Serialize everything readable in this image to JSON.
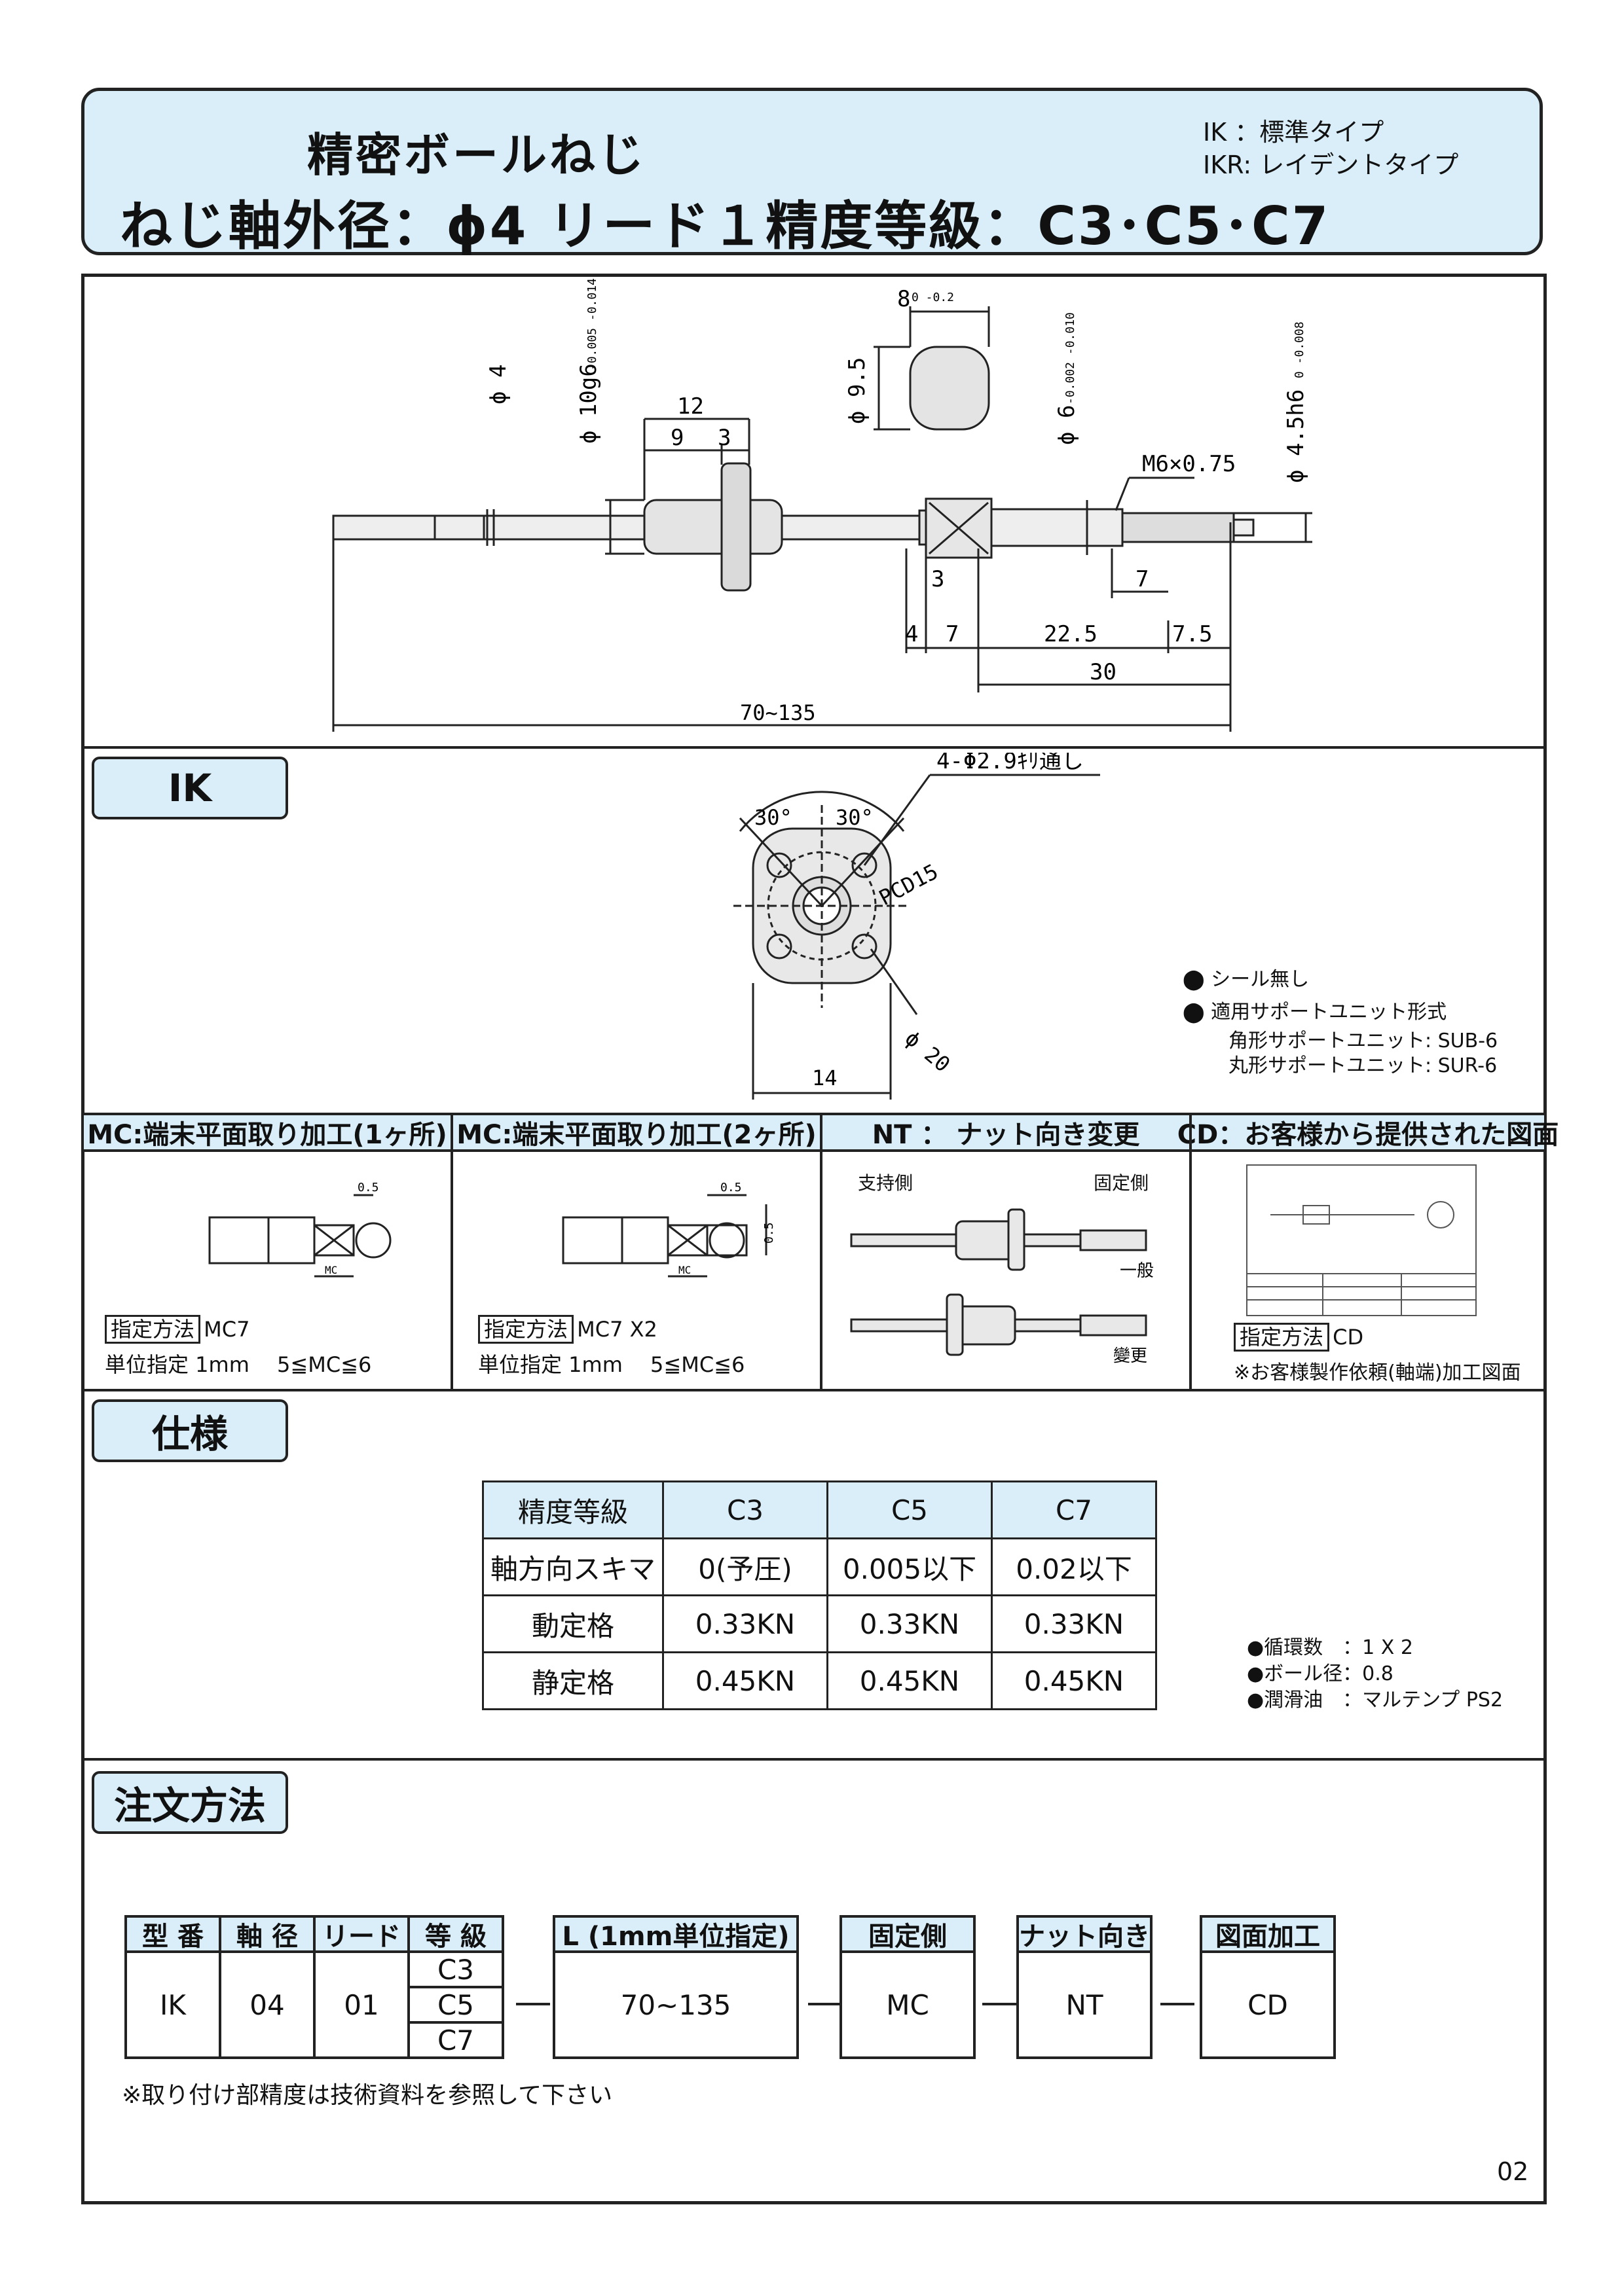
{
  "header": {
    "title": "精密ボールねじ",
    "subtitle": "ねじ軸外径：ϕ4 リード１精度等級：C3･C5･C7",
    "types": [
      "IK ：標準タイプ",
      "IKR: レイデントタイプ"
    ]
  },
  "drawing": {
    "dims": {
      "d4": "ϕ 4",
      "d10": "ϕ 10g6",
      "d10_tol": "-0.005 -0.014",
      "w12": "12",
      "w9": "9",
      "w3a": "3",
      "d9_5": "ϕ 9.5",
      "w8": "8",
      "w8_tol": "0 -0.2",
      "d6": "ϕ 6",
      "d6_tol": "-0.002 -0.010",
      "m6": "M6×0.75",
      "d4_5": "ϕ 4.5h6",
      "d4_5_tol": "0 -0.008",
      "w3b": "3",
      "w7a": "7",
      "w4": "4",
      "w7b": "7",
      "w22_5": "22.5",
      "w7_5": "7.5",
      "w30": "30",
      "wlen": "70~135"
    }
  },
  "ik": {
    "label": "IK",
    "holes": "4-Φ2.9ｷﾘ通し",
    "angle1": "30°",
    "angle2": "30°",
    "pcd": "PCD15",
    "phi20": "ϕ 20",
    "w14": "14",
    "notes": [
      "シール無し",
      "適用サポートユニット形式"
    ],
    "support": [
      "角形サポートユニット: SUB-6",
      "丸形サポートユニット: SUR-6"
    ]
  },
  "options": [
    {
      "head": "MC:端末平面取り加工(1ヶ所)",
      "tag": "指定方法",
      "code": "MC7",
      "note": "単位指定 1mm　 5≦MC≦6",
      "d05": "0.5",
      "mc": "MC"
    },
    {
      "head": "MC:端末平面取り加工(2ヶ所)",
      "tag": "指定方法",
      "code": "MC7 X2",
      "note": "単位指定 1mm　 5≦MC≦6",
      "d05a": "0.5",
      "d05b": "0.5",
      "mc": "MC"
    },
    {
      "head": "NT ： ナット向き変更",
      "left": "支持側",
      "right": "固定側",
      "normal": "一般",
      "changed": "變更"
    },
    {
      "head": "CD：お客様から提供された図面",
      "tag": "指定方法",
      "code": "CD",
      "note": "※お客様製作依頼(軸端)加工図面"
    }
  ],
  "spec": {
    "label": "仕様",
    "header": [
      "精度等級",
      "C3",
      "C5",
      "C7"
    ],
    "rows": [
      [
        "軸方向スキマ",
        "0(予圧)",
        "0.005以下",
        "0.02以下"
      ],
      [
        "動定格",
        "0.33KN",
        "0.33KN",
        "0.33KN"
      ],
      [
        "静定格",
        "0.45KN",
        "0.45KN",
        "0.45KN"
      ]
    ],
    "bullets": [
      "●循環数　：1 X 2",
      "●ボール径：0.8",
      "●潤滑油　：マルテンプ PS2"
    ]
  },
  "order": {
    "label": "注文方法",
    "heads": [
      "型 番",
      "軸 径",
      "リード",
      "等 級",
      "L (1mm単位指定)",
      "固定側",
      "ナット向き",
      "図面加工"
    ],
    "model": "IK",
    "dia": "04",
    "lead": "01",
    "grades": [
      "C3",
      "C5",
      "C7"
    ],
    "length": "70~135",
    "fixed": "MC",
    "nut": "NT",
    "drawing": "CD",
    "footnote": "※取り付け部精度は技術資料を参照して下さい"
  },
  "page_number": "02"
}
